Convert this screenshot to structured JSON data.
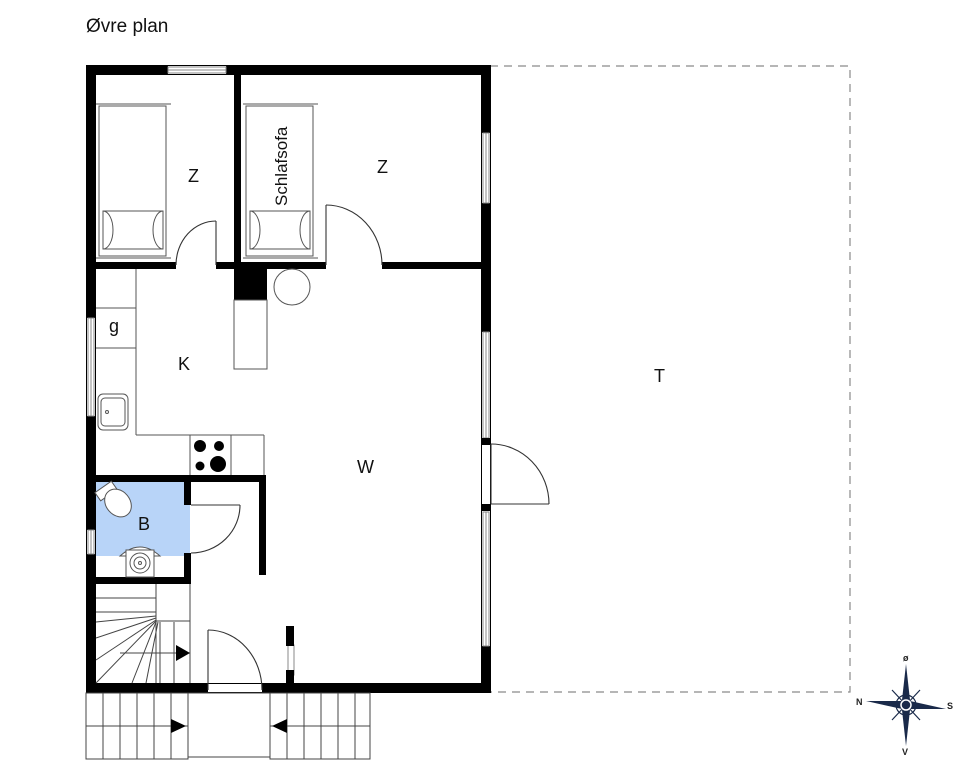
{
  "plan": {
    "title": "Øvre plan",
    "colors": {
      "wall": "#000000",
      "bathroom_fill": "#b8d4f8",
      "window_frame": "#888888",
      "terrace_dash": "#888888",
      "compass": "#1a2a4a"
    },
    "rooms": [
      {
        "id": "bedroom-1",
        "label": "Z"
      },
      {
        "id": "bedroom-2",
        "label": "Z"
      },
      {
        "id": "kitchen",
        "label": "K"
      },
      {
        "id": "storage",
        "label": "g"
      },
      {
        "id": "living-room",
        "label": "W"
      },
      {
        "id": "bathroom",
        "label": "B"
      },
      {
        "id": "terrace",
        "label": "T"
      }
    ],
    "furniture": {
      "sofa_bed_label": "Schlafsofa"
    },
    "compass": {
      "north": "N",
      "south": "S",
      "east": "ø",
      "west": "V"
    }
  }
}
